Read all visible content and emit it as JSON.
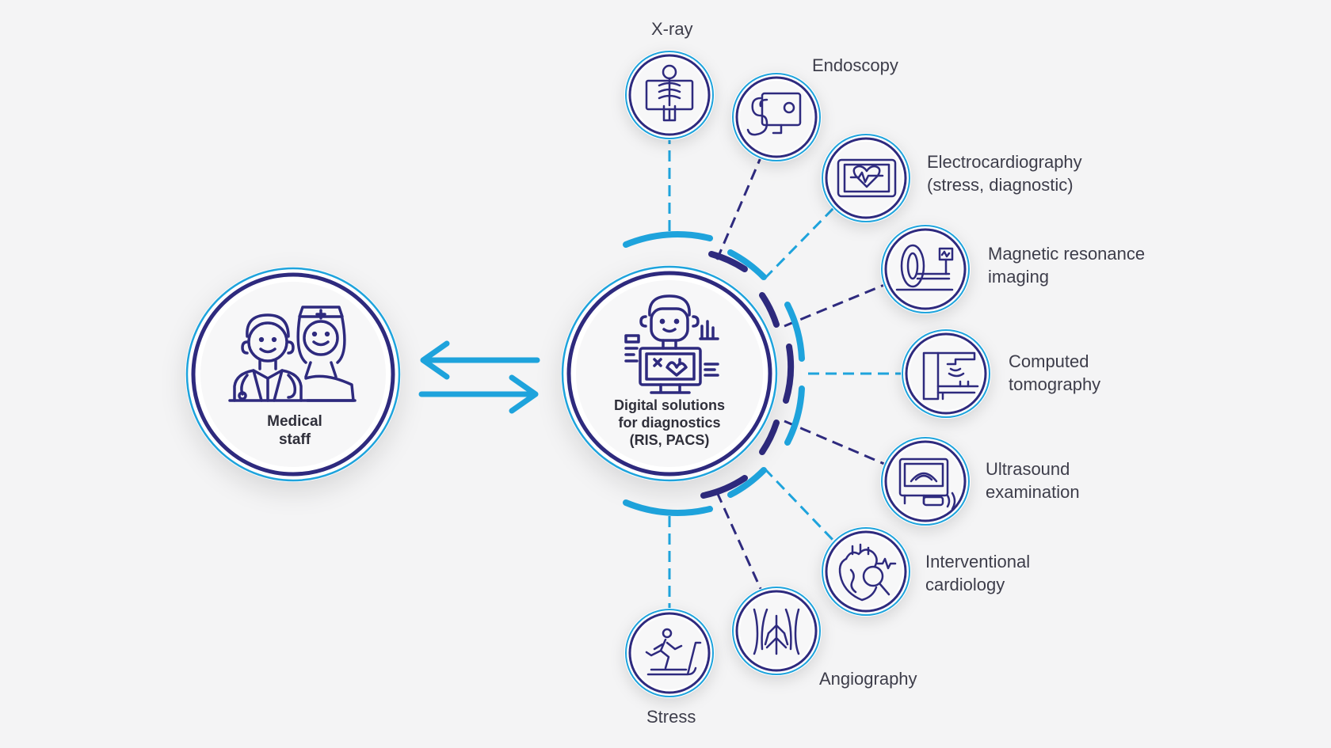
{
  "colors": {
    "navy": "#2e2a7e",
    "blue": "#1ea3dc",
    "background": "#f4f4f5",
    "text": "#3d3d4a"
  },
  "medical_staff": {
    "icon": "doctor-and-nurse-icon",
    "label_line1": "Medical",
    "label_line2": "staff"
  },
  "hub": {
    "icon": "doctor-xray-monitor-icon",
    "label_line1": "Digital solutions",
    "label_line2": "for diagnostics",
    "label_line3": "(RIS, PACS)"
  },
  "exchange_arrows": {
    "icon": "bidirectional-arrows-icon"
  },
  "modalities": [
    {
      "id": "xray",
      "icon": "xray-icon",
      "label_line1": "X-ray",
      "label_line2": ""
    },
    {
      "id": "endoscopy",
      "icon": "endoscopy-icon",
      "label_line1": "Endoscopy",
      "label_line2": ""
    },
    {
      "id": "ecg",
      "icon": "ecg-monitor-icon",
      "label_line1": "Electrocardiography",
      "label_line2": "(stress, diagnostic)"
    },
    {
      "id": "mri",
      "icon": "mri-scanner-icon",
      "label_line1": "Magnetic resonance",
      "label_line2": "imaging"
    },
    {
      "id": "ct",
      "icon": "ct-scanner-icon",
      "label_line1": "Computed",
      "label_line2": "tomography"
    },
    {
      "id": "ultrasound",
      "icon": "ultrasound-icon",
      "label_line1": "Ultrasound",
      "label_line2": "examination"
    },
    {
      "id": "cardiology",
      "icon": "heart-magnifier-icon",
      "label_line1": "Interventional",
      "label_line2": "cardiology"
    },
    {
      "id": "angiography",
      "icon": "blood-vessels-icon",
      "label_line1": "Angiography",
      "label_line2": ""
    },
    {
      "id": "stress",
      "icon": "treadmill-icon",
      "label_line1": "Stress",
      "label_line2": ""
    }
  ]
}
